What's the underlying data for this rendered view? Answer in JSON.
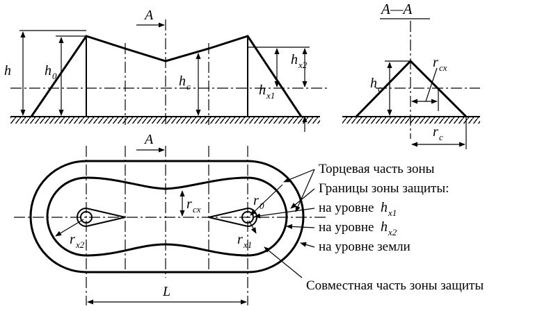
{
  "symbols": {
    "h": "h",
    "h0": "h",
    "h0_sub": "0",
    "hc": "h",
    "hc_sub": "c",
    "hx1": "h",
    "hx1_sub": "x1",
    "hx2": "h",
    "hx2_sub": "x2",
    "A_top": "A",
    "A_plan": "A",
    "section": "A—A",
    "hc_sec": "h",
    "hc_sec_sub": "c",
    "rcx_sec": "r",
    "rcx_sec_sub": "cx",
    "rc_sec": "r",
    "rc_sec_sub": "c",
    "rcx_plan": "r",
    "rcx_plan_sub": "cx",
    "r0": "r",
    "r0_sub": "0",
    "rx2": "r",
    "rx2_sub": "x2",
    "rx1": "r",
    "rx1_sub": "x1",
    "L": "L"
  },
  "legend": {
    "end_part": "Торцевая часть зоны",
    "boundaries": "Границы зоны защиты:",
    "level_prefix": "на уровне",
    "hx1": "h",
    "hx1_sub": "x1",
    "hx2": "h",
    "hx2_sub": "x2",
    "ground": "на уровне земли",
    "joint": "Совместная часть зоны защиты"
  }
}
